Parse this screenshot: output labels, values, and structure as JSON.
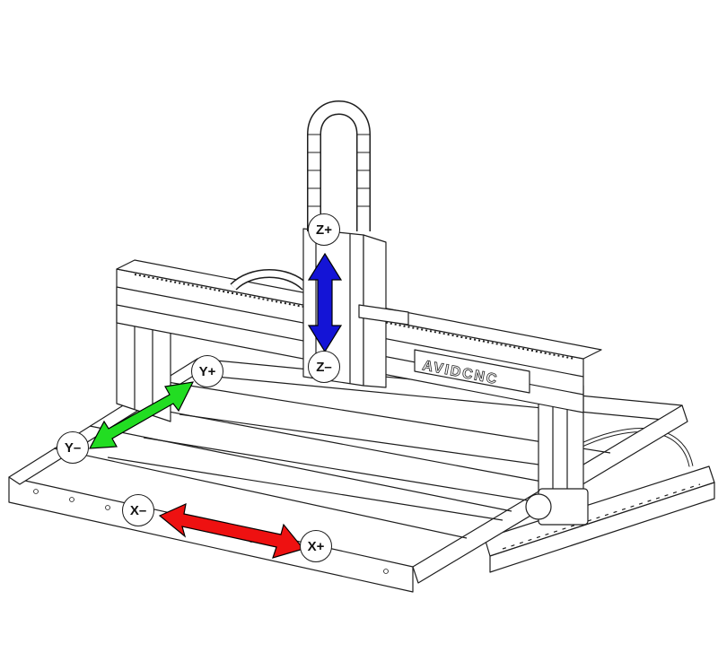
{
  "logo_text": "AVIDCNC",
  "axes": {
    "z_plus": "Z+",
    "z_minus": "Z–",
    "y_plus": "Y+",
    "y_minus": "Y–",
    "x_minus": "X–",
    "x_plus": "X+"
  },
  "colors": {
    "z_arrow": "#1414d6",
    "y_arrow": "#22dd22",
    "x_arrow": "#ee1111",
    "line": "#1e1e1e",
    "frame_fill": "#ffffff"
  }
}
